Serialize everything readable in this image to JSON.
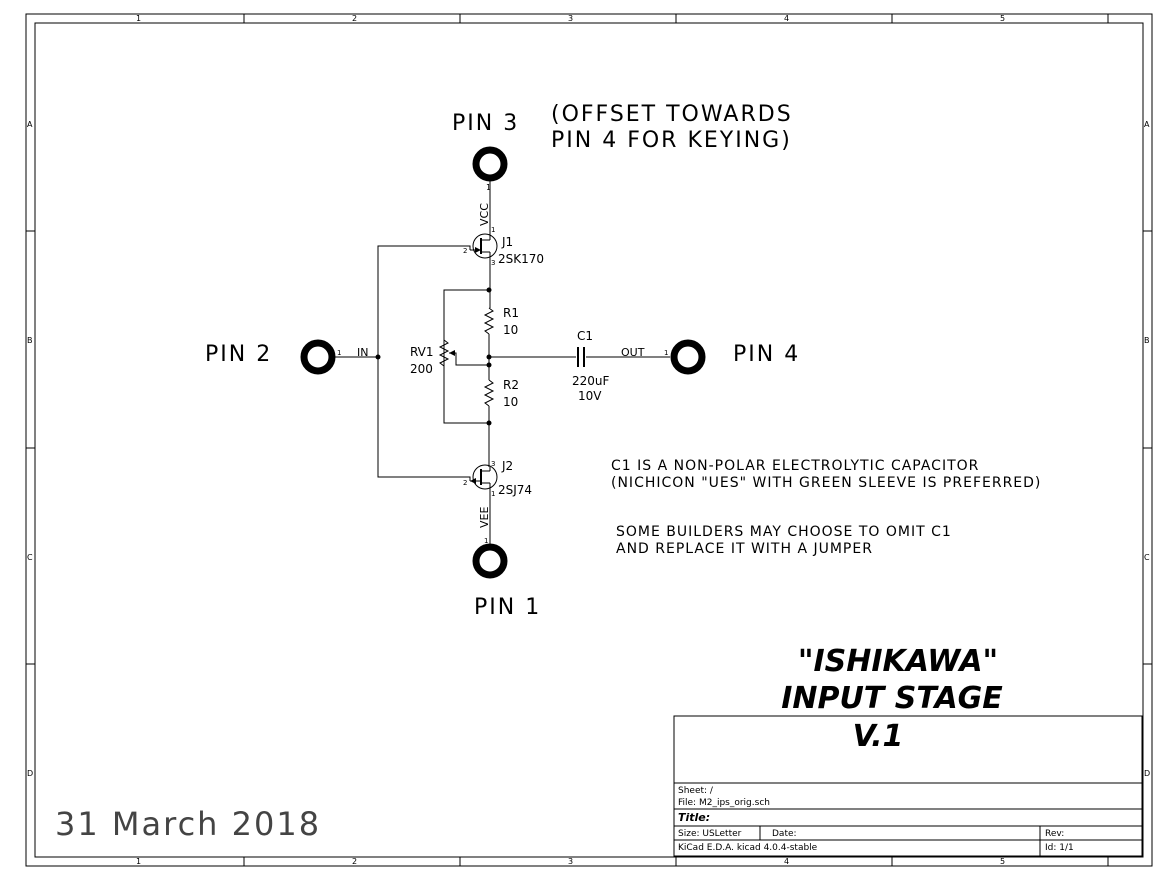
{
  "frame": {
    "columns": [
      "1",
      "2",
      "3",
      "4",
      "5"
    ],
    "rows": [
      "A",
      "B",
      "C",
      "D"
    ]
  },
  "pins": {
    "pin3": "PIN 3",
    "pin2": "PIN 2",
    "pin4": "PIN 4",
    "pin1": "PIN 1"
  },
  "pin_numbers": {
    "one": "1"
  },
  "offset_note": [
    "(OFFSET TOWARDS",
    "PIN 4 FOR KEYING)"
  ],
  "nets": {
    "vcc": "VCC",
    "vee": "VEE",
    "in": "IN",
    "out": "OUT"
  },
  "components": {
    "j1": {
      "ref": "J1",
      "value": "2SK170",
      "pin_g": "2",
      "pin_d": "1",
      "pin_s": "3"
    },
    "j2": {
      "ref": "J2",
      "value": "2SJ74",
      "pin_g": "2",
      "pin_d": "1",
      "pin_s": "3"
    },
    "r1": {
      "ref": "R1",
      "value": "10"
    },
    "r2": {
      "ref": "R2",
      "value": "10"
    },
    "rv1": {
      "ref": "RV1",
      "value": "200"
    },
    "c1": {
      "ref": "C1",
      "value": "220uF",
      "voltage": "10V"
    }
  },
  "notes": {
    "c1_line1": "C1 IS A NON-POLAR ELECTROLYTIC CAPACITOR",
    "c1_line2": "(NICHICON \"UES\" WITH GREEN SLEEVE IS PREFERRED)",
    "omit_line1": "SOME BUILDERS MAY CHOOSE TO OMIT C1",
    "omit_line2": "AND REPLACE IT WITH A JUMPER"
  },
  "title_text": [
    "\"ISHIKAWA\"",
    "INPUT STAGE",
    "V.1"
  ],
  "date": "31 March 2018",
  "title_block": {
    "sheet": "Sheet: /",
    "file": "File: M2_ips_orig.sch",
    "title": "Title:",
    "size": "Size: USLetter",
    "date": "Date:",
    "rev": "Rev:",
    "tool": "KiCad E.D.A.  kicad 4.0.4-stable",
    "id": "Id: 1/1"
  }
}
